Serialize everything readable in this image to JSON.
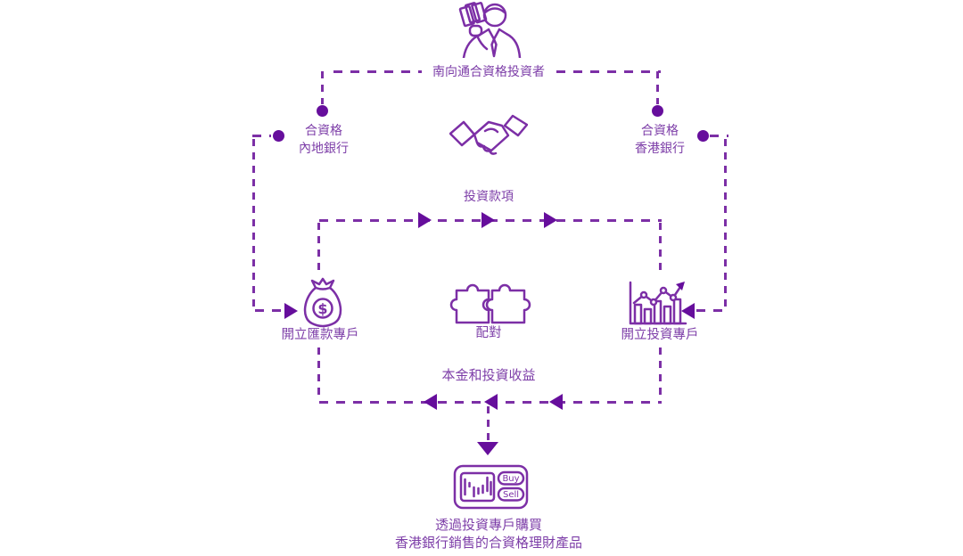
{
  "colors": {
    "line_purple": "#7c2fa6",
    "arrow_purple": "#660e9c",
    "text_purple": "#7d3ea8",
    "background": "#ffffff"
  },
  "diagram": {
    "investor": {
      "icon": "investor-cash-icon",
      "label": "南向通合資格投資者"
    },
    "mainland_bank": {
      "lines": [
        "合資格",
        "內地銀行"
      ]
    },
    "hongkong_bank": {
      "lines": [
        "合資格",
        "香港銀行"
      ]
    },
    "partnership": {
      "icon": "handshake-icon"
    },
    "flow_funds_label": "投資款項",
    "remittance_account": {
      "icon": "money-bag-icon",
      "label": "開立匯款專戶",
      "currency_symbol": "$"
    },
    "matching": {
      "icon": "puzzle-icon",
      "label": "配對"
    },
    "investment_account": {
      "icon": "growth-chart-icon",
      "label": "開立投資專戶"
    },
    "flow_returns_label": "本金和投資收益",
    "trading_terminal": {
      "icon": "trading-terminal-icon",
      "buy_label": "Buy",
      "sell_label": "Sell"
    },
    "caption": {
      "lines": [
        "透過投資專戶購買",
        "香港銀行銷售的合資格理財產品"
      ]
    }
  }
}
